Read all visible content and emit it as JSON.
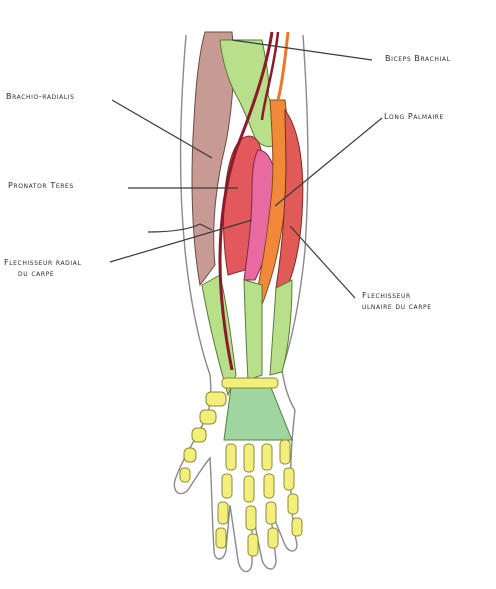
{
  "labels": {
    "biceps": "Biceps Brachial",
    "brachioradialis": "Brachio-radialis",
    "long_palmaire": "Long Palmaire",
    "pronator": "Pronator Teres",
    "flechisseur_radial_l1": "Flechisseur radial",
    "flechisseur_radial_l2": "du carpe",
    "flechisseur_ulnaire_l1": "Flechisseur",
    "flechisseur_ulnaire_l2": "ulnaire du carpe"
  },
  "colors": {
    "skin_outline": "#8a8a8a",
    "brachioradialis": "#c89a94",
    "pronator": "#e2585c",
    "flexor_radialis": "#e04f63",
    "palmaris": "#f08a3a",
    "flexor_ulnaris": "#e05b55",
    "tendon_green": "#b8e08a",
    "bone": "#f3ef7a",
    "artery": "#8b1a2a",
    "leader_line": "#3a3a3a"
  }
}
